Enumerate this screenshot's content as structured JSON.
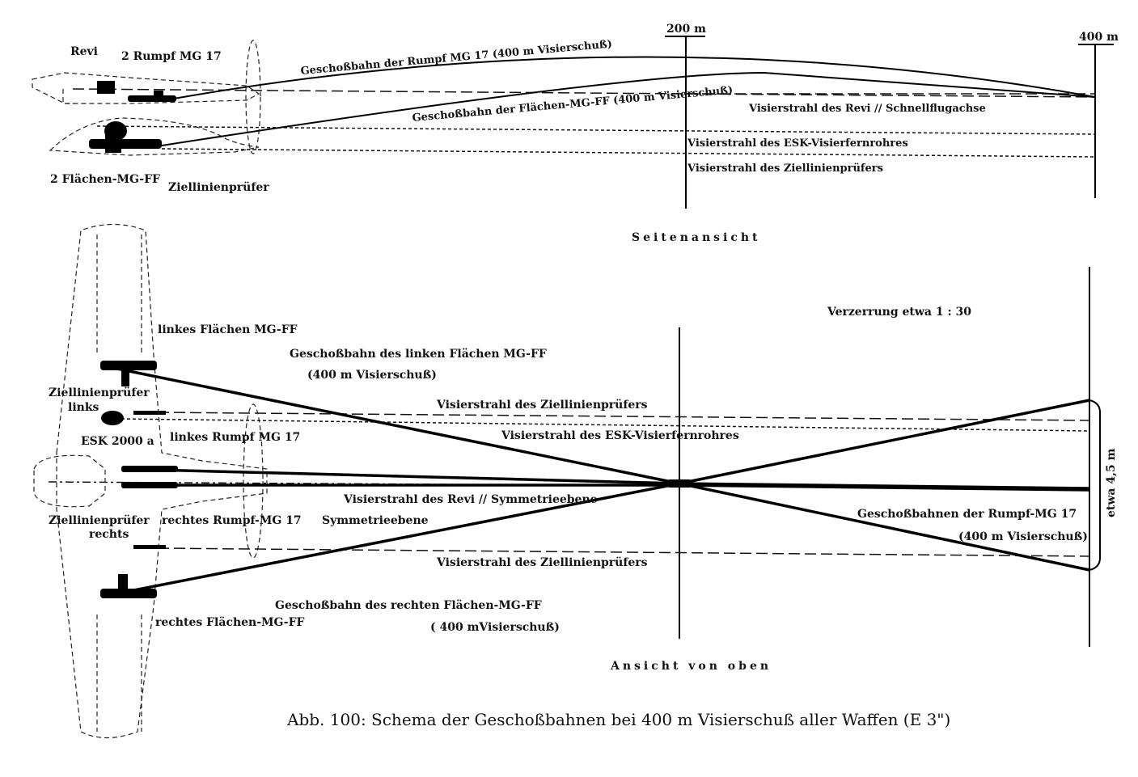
{
  "side_view": {
    "range_200": "200 m",
    "range_400": "400 m",
    "revi": "Revi",
    "rumpf_mg": "2 Rumpf MG 17",
    "flaechen_mg": "2 Flächen-MG-FF",
    "ziellinienpruefer": "Ziellinienprüfer",
    "traj_rumpf": "Geschoßbahn der Rumpf MG 17 (400 m Visierschuß)",
    "traj_flaechen": "Geschoßbahn der Flächen-MG-FF (400 m Visierschuß)",
    "ray_revi": "Visierstrahl des Revi // Schnellflugachse",
    "ray_esk": "Visierstrahl des ESK-Visierfernrohres",
    "ray_zlp": "Visierstrahl des Ziellinienprüfers",
    "title": "Seitenansicht"
  },
  "top_view": {
    "verzerrung": "Verzerrung etwa 1 : 30",
    "linkes_flaechen": "linkes Flächen MG-FF",
    "traj_linkes_1": "Geschoßbahn des linken Flächen MG-FF",
    "traj_linkes_2": "(400 m Visierschuß)",
    "zlp_links_1": "Ziellinienprüfer",
    "zlp_links_2": "links",
    "ray_zlp_upper": "Visierstrahl des Ziellinienprüfers",
    "esk": "ESK 2000 a",
    "linkes_rumpf": "linkes Rumpf MG 17",
    "ray_esk": "Visierstrahl des ESK-Visierfernrohres",
    "ray_revi": "Visierstrahl des Revi // Symmetrieebene",
    "zlp_rechts_1": "Ziellinienprüfer",
    "zlp_rechts_2": "rechts",
    "rechtes_rumpf": "rechtes Rumpf-MG 17",
    "symmetrieebene": "Symmetrieebene",
    "traj_rumpf_1": "Geschoßbahnen der Rumpf-MG 17",
    "traj_rumpf_2": "(400 m Visierschuß)",
    "width_label": "etwa 4,5 m",
    "ray_zlp_lower": "Visierstrahl des Ziellinienprüfers",
    "traj_rechtes_1": "Geschoßbahn des rechten Flächen-MG-FF",
    "traj_rechtes_2": "( 400 mVisierschuß)",
    "rechtes_flaechen": "rechtes Flächen-MG-FF",
    "title": "Ansicht von oben"
  },
  "caption": "Abb. 100: Schema der Geschoßbahnen bei 400 m Visierschuß aller Waffen (E 3\")"
}
